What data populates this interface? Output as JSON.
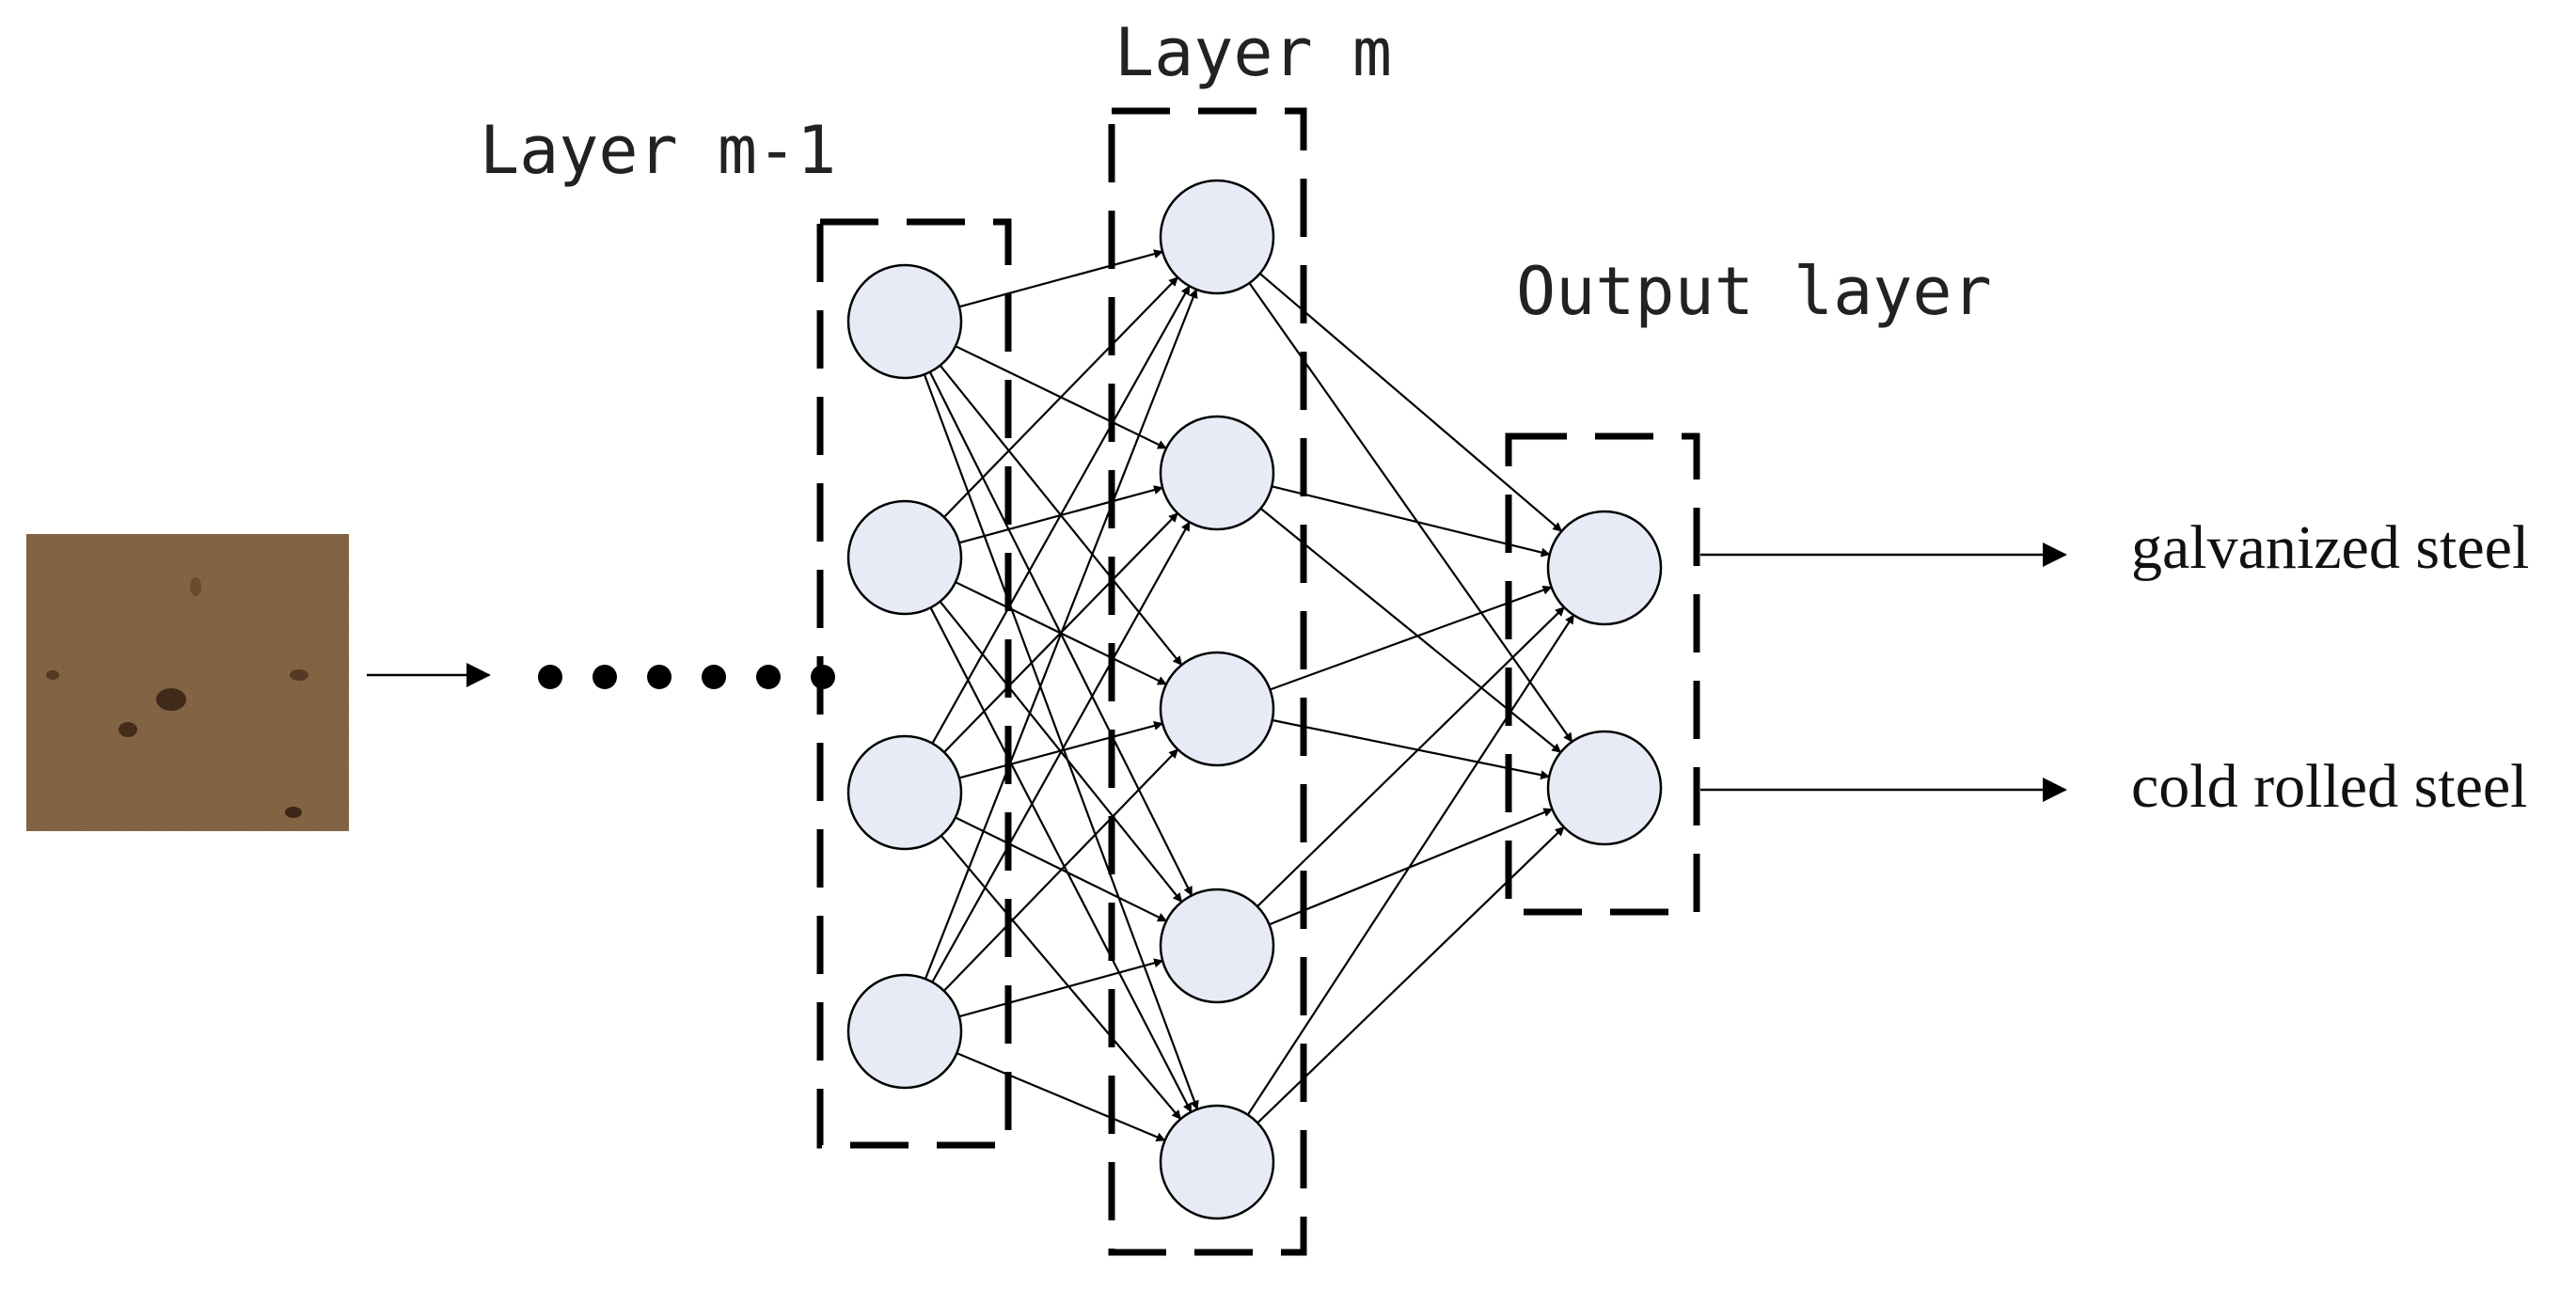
{
  "labels": {
    "layer_prev": "Layer m-1",
    "layer_m": "Layer m",
    "output_layer": "Output layer"
  },
  "outputs": [
    {
      "label": "galvanized steel"
    },
    {
      "label": "cold rolled steel"
    }
  ],
  "network": {
    "layer_prev_nodes": 4,
    "layer_m_nodes": 5,
    "output_nodes": 2,
    "ellipsis_dots": 6
  },
  "colors": {
    "node_fill": "#e7ebf6",
    "stroke": "#000000",
    "texture_base": "#7b5a3b"
  },
  "icons": {
    "input_image": "rusty-steel-surface-patch",
    "arrow": "right-arrow"
  }
}
